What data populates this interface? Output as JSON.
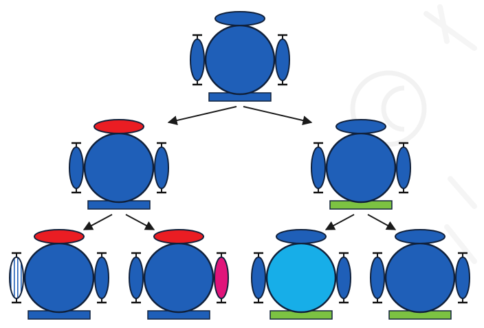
{
  "colors": {
    "background": "#ffffff",
    "body_fill": "#1f5fb8",
    "outline": "#10203a",
    "variant_red": "#ea1d23",
    "variant_green": "#7cc242",
    "variant_light_blue": "#17aee8",
    "variant_magenta": "#e0147a",
    "variant_striped_white": "#ffffff",
    "watermark_gray": "#e9e9e9"
  },
  "diagram": {
    "description_type": "organism-variation-tree",
    "levels": 3,
    "nodes": [
      {
        "id": "root",
        "level": 0,
        "head": "blue",
        "base": "blue",
        "left_limb": "blue",
        "right_limb": "blue",
        "body": "blue"
      },
      {
        "id": "gen1-left",
        "level": 1,
        "parent": "root",
        "head": "red",
        "base": "blue",
        "left_limb": "blue",
        "right_limb": "blue",
        "body": "blue"
      },
      {
        "id": "gen1-right",
        "level": 1,
        "parent": "root",
        "head": "blue",
        "base": "green",
        "left_limb": "blue",
        "right_limb": "blue",
        "body": "blue"
      },
      {
        "id": "gen2-a",
        "level": 2,
        "parent": "gen1-left",
        "head": "red",
        "base": "blue",
        "left_limb": "striped",
        "right_limb": "blue",
        "body": "blue"
      },
      {
        "id": "gen2-b",
        "level": 2,
        "parent": "gen1-left",
        "head": "red",
        "base": "blue",
        "left_limb": "blue",
        "right_limb": "magenta",
        "body": "blue"
      },
      {
        "id": "gen2-c",
        "level": 2,
        "parent": "gen1-right",
        "head": "blue",
        "base": "green",
        "left_limb": "blue",
        "right_limb": "blue",
        "body": "light_blue"
      },
      {
        "id": "gen2-d",
        "level": 2,
        "parent": "gen1-right",
        "head": "blue",
        "base": "green",
        "left_limb": "blue",
        "right_limb": "blue",
        "body": "blue"
      }
    ],
    "edges": [
      {
        "from": "root",
        "to": "gen1-left"
      },
      {
        "from": "root",
        "to": "gen1-right"
      },
      {
        "from": "gen1-left",
        "to": "gen2-a"
      },
      {
        "from": "gen1-left",
        "to": "gen2-b"
      },
      {
        "from": "gen1-right",
        "to": "gen2-c"
      },
      {
        "from": "gen1-right",
        "to": "gen2-d"
      }
    ]
  },
  "watermark": {
    "symbol": "©"
  }
}
